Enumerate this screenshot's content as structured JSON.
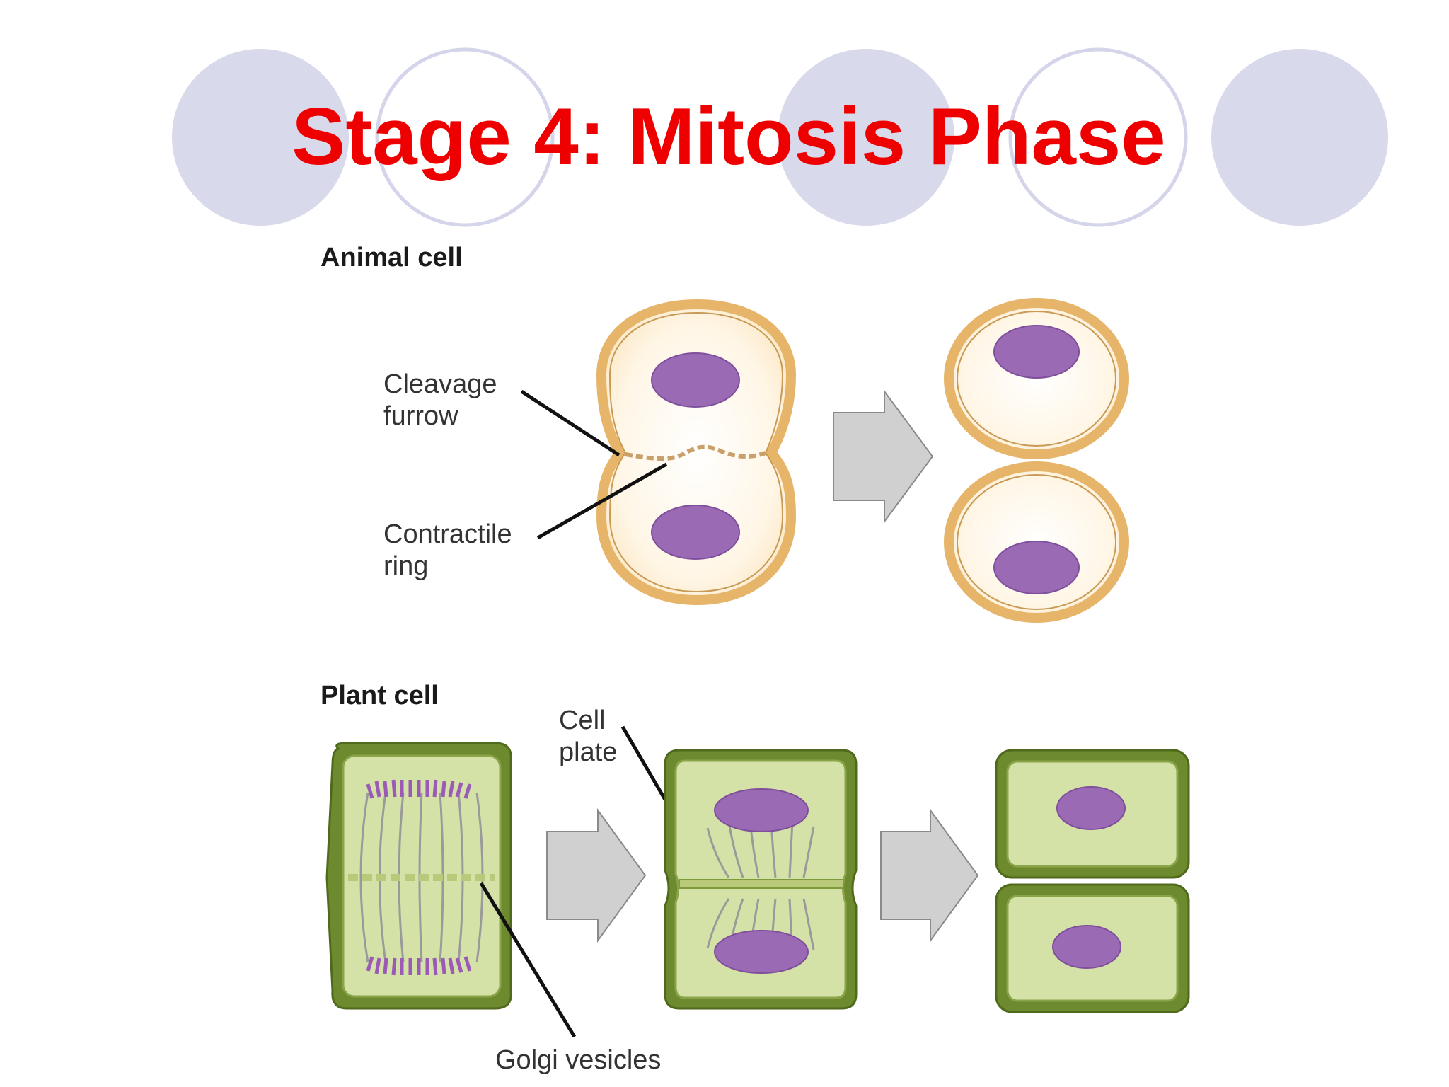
{
  "slide": {
    "title": "Stage 4: Mitosis Phase"
  },
  "animal": {
    "label": "Animal cell",
    "callout_cleavage_line1": "Cleavage",
    "callout_cleavage_line2": "furrow",
    "callout_ring_line1": "Contractile",
    "callout_ring_line2": "ring"
  },
  "plant": {
    "label": "Plant cell",
    "callout_plate_line1": "Cell",
    "callout_plate_line2": "plate",
    "callout_golgi": "Golgi vesicles"
  },
  "colors": {
    "title": "#ee0000",
    "decor_circle": "#d9d9ec",
    "decor_ring": "#d4d4ea",
    "animal_membrane": "#e6b56a",
    "animal_cytoplasm": "#fff6e6",
    "nucleus": "#9a6ab5",
    "plant_wall": "#6d8a2e",
    "plant_cytoplasm": "#d4e2a8",
    "arrow": "#d0d0d0",
    "spindle": "#9a9a9a"
  },
  "icons": [
    "right-arrow-icon"
  ]
}
